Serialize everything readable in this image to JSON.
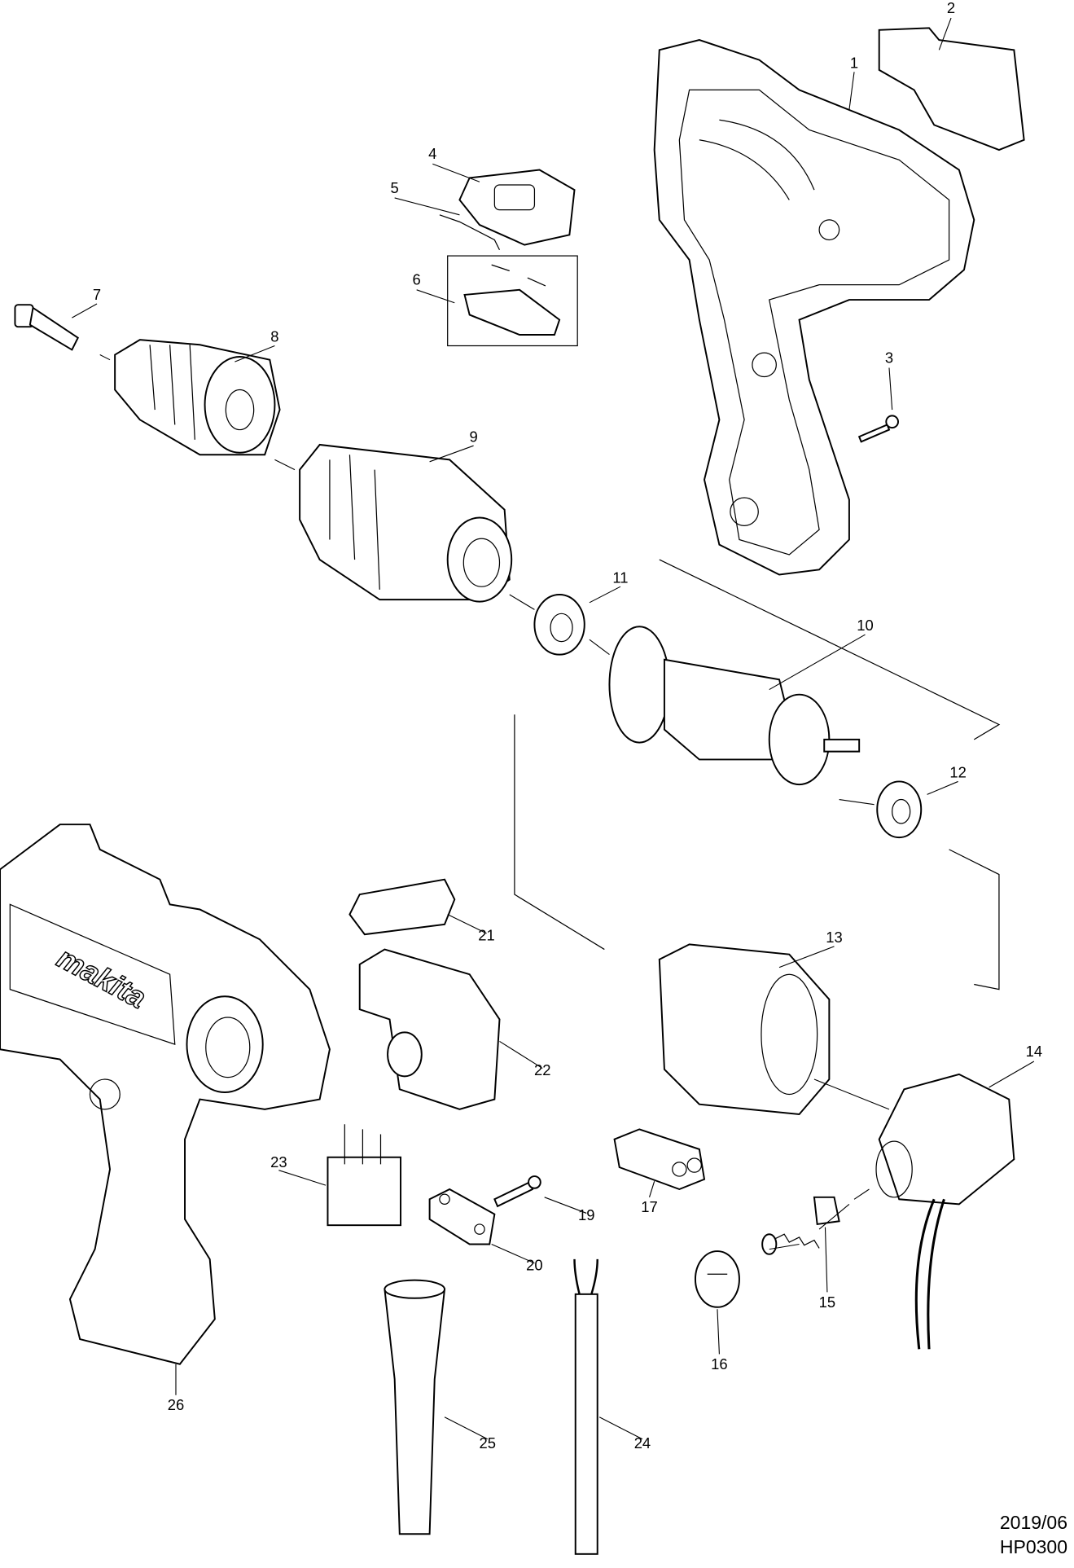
{
  "diagram": {
    "parts": [
      {
        "no": "1"
      },
      {
        "no": "2"
      },
      {
        "no": "3"
      },
      {
        "no": "4"
      },
      {
        "no": "5"
      },
      {
        "no": "6"
      },
      {
        "no": "7"
      },
      {
        "no": "8"
      },
      {
        "no": "9"
      },
      {
        "no": "10"
      },
      {
        "no": "11"
      },
      {
        "no": "12"
      },
      {
        "no": "13"
      },
      {
        "no": "14"
      },
      {
        "no": "15"
      },
      {
        "no": "16"
      },
      {
        "no": "17"
      },
      {
        "no": "19"
      },
      {
        "no": "20"
      },
      {
        "no": "21"
      },
      {
        "no": "22"
      },
      {
        "no": "23"
      },
      {
        "no": "24"
      },
      {
        "no": "25"
      },
      {
        "no": "26"
      }
    ],
    "brand_logo": "makita"
  },
  "footer": {
    "date": "2019/06",
    "model": "HP0300"
  }
}
